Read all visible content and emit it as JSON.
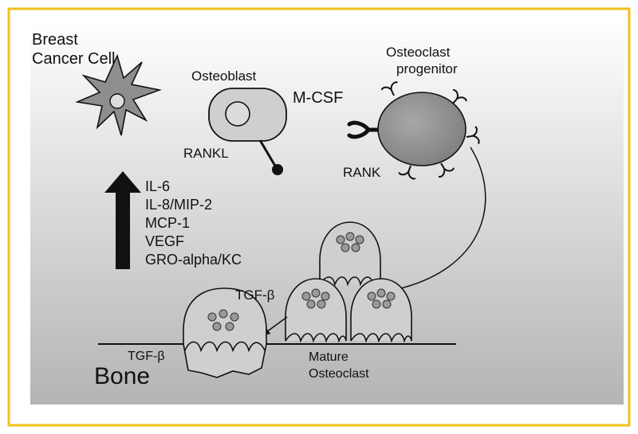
{
  "colors": {
    "frame_border": "#f2c21b",
    "panel_gradient_top": "#ffffff",
    "panel_gradient_bottom": "#b4b4b4",
    "cell_fill": "#c8c8c8",
    "progenitor_fill": "#8e8e8e",
    "granule_fill": "#9a9a9a",
    "ink": "#111111"
  },
  "labels": {
    "breast_cancer_cell_line1": "Breast",
    "breast_cancer_cell_line2": "Cancer Cell",
    "osteoblast": "Osteoblast",
    "mcsf": "M-CSF",
    "rankl": "RANKL",
    "osteoclast_progenitor_line1": "Osteoclast",
    "osteoclast_progenitor_line2": "progenitor",
    "rank": "RANK",
    "tgf_beta_upper": "TGF-β",
    "tgf_beta_lower": "TGF-β",
    "bone": "Bone",
    "mature_osteoclast_line1": "Mature",
    "mature_osteoclast_line2": "Osteoclast"
  },
  "upregulated_factors": [
    "IL-6",
    "IL-8/MIP-2",
    "MCP-1",
    "VEGF",
    "GRO-alpha/KC"
  ],
  "icons": {
    "upregulation_arrow": "up-arrow-icon",
    "cancer_cell": "star-cell-icon",
    "osteoclast": "dome-cell-icon"
  }
}
